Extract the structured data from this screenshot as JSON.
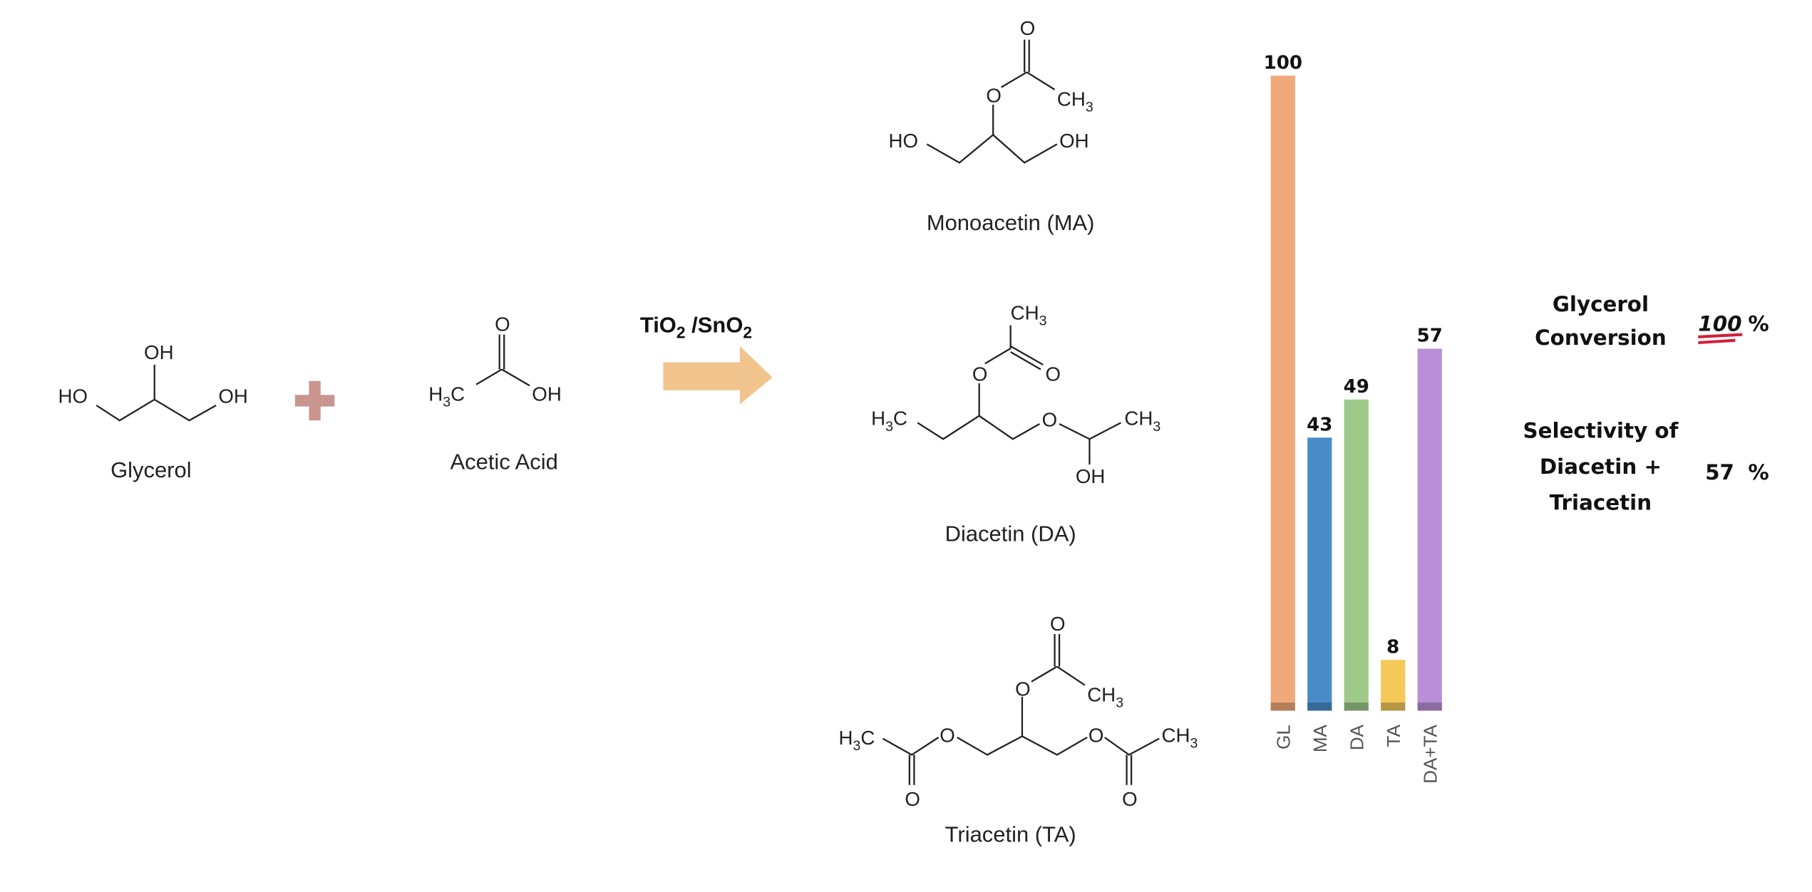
{
  "reactants": {
    "glycerol": {
      "name": "Glycerol",
      "atoms": {
        "ho_left": "HO",
        "oh_top": "OH",
        "oh_right": "OH"
      }
    },
    "plus_color": "#c9958f",
    "acetic_acid": {
      "name": "Acetic Acid",
      "atoms": {
        "o": "O",
        "h": "H",
        "three": "3",
        "c": "C",
        "oh": "OH"
      }
    }
  },
  "catalyst": {
    "ti": "TiO",
    "sub1": "2",
    "sn": " /SnO",
    "sub2": "2",
    "arrow_color": "#f0c48c"
  },
  "products": {
    "monoacetin": {
      "name": "Monoacetin (MA)",
      "atoms": {
        "o_top": "O",
        "o_ester": "O",
        "ch": "CH",
        "ch_sub": "3",
        "ho": "HO",
        "oh": "OH"
      }
    },
    "diacetin": {
      "name": "Diacetin (DA)",
      "atoms": {
        "ch": "CH",
        "ch_sub": "3",
        "o_ester": "O",
        "o_carbonyl": "O",
        "h": "H",
        "h_sub": "3",
        "c": "C",
        "o_ether": "O",
        "ch2": "CH",
        "ch2_sub": "3",
        "oh": "OH"
      }
    },
    "triacetin": {
      "name": "Triacetin (TA)",
      "atoms": {
        "o_top": "O",
        "o_mid": "O",
        "ch": "CH",
        "ch_sub": "3",
        "h": "H",
        "h_sub": "3",
        "c": "C",
        "o_left": "O",
        "o_left_bottom": "O",
        "o_right": "O",
        "o_right_bottom": "O",
        "ch_r": "CH",
        "ch_r_sub": "3"
      }
    }
  },
  "chart_data": {
    "type": "bar",
    "categories": [
      "GL",
      "MA",
      "DA",
      "TA",
      "DA+TA"
    ],
    "values": [
      100,
      43,
      49,
      8,
      57
    ],
    "value_labels": [
      "100",
      "43",
      "49",
      "8",
      "57"
    ],
    "colors": [
      "#f0a97a",
      "#4a8cc9",
      "#9ec98a",
      "#f5c85a",
      "#b98fd8"
    ],
    "ylim": [
      0,
      100
    ],
    "title": "",
    "xlabel": "",
    "ylabel": ""
  },
  "summary": {
    "conversion": {
      "line1": "Glycerol",
      "line2": "Conversion",
      "value": "100",
      "unit": "%",
      "value_color": "#d0203a"
    },
    "selectivity": {
      "line1": "Selectivity of",
      "line2": "Diacetin +",
      "line3": "Triacetin",
      "value": "57",
      "unit": "%",
      "value_color": "#e8ab5a"
    }
  }
}
